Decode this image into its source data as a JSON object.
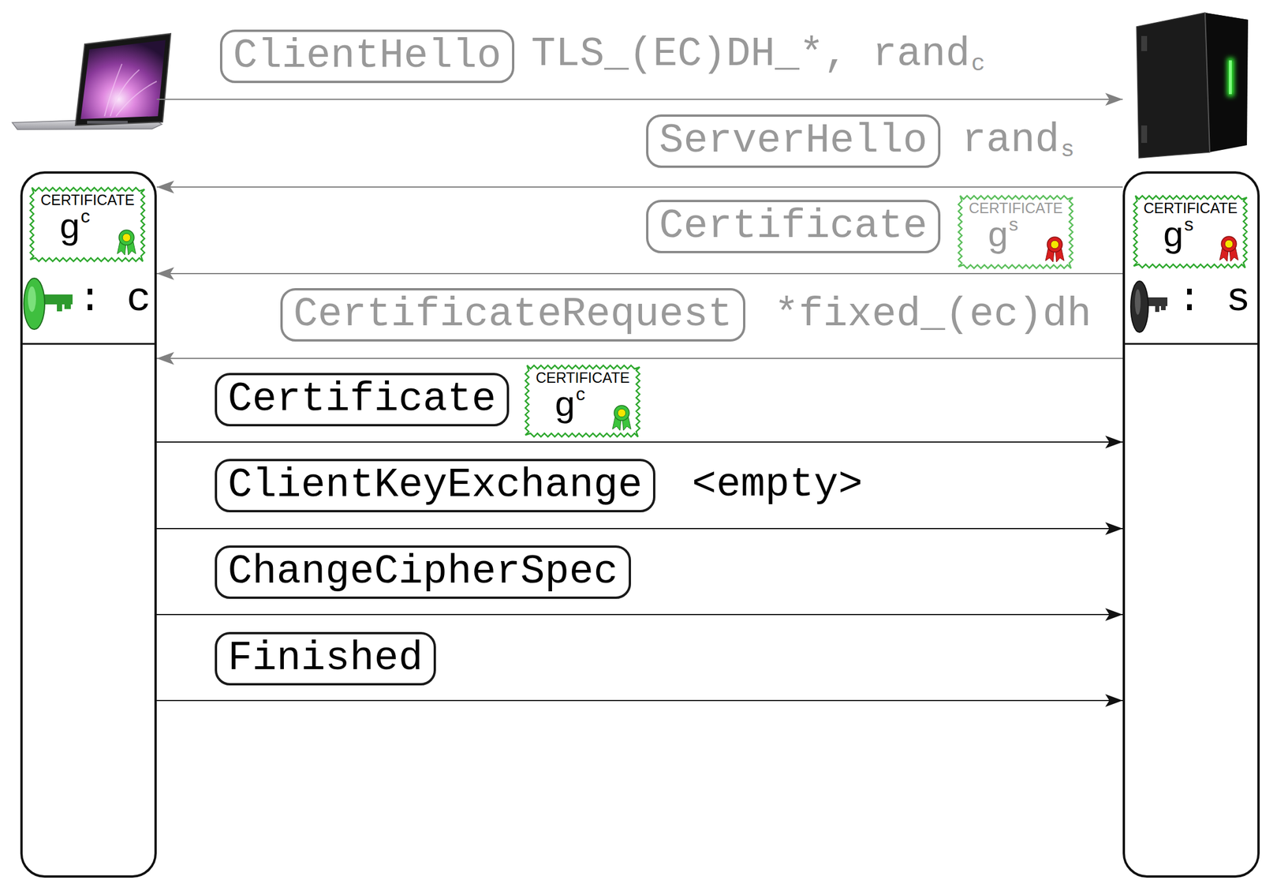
{
  "diagram": {
    "nodes": [
      {
        "text": [
          ": c"
        ]
      },
      {
        "text": [
          "CERTIFICATE",
          "g",
          "c"
        ],
        "in": 0
      },
      {
        "text": [
          ": s"
        ]
      },
      {
        "text": [
          "CERTIFICATE",
          "g",
          "s"
        ],
        "in": 2
      },
      {
        "text": [
          "ClientHello"
        ]
      },
      {
        "text": [
          "ServerHello"
        ]
      },
      {
        "text": [
          "Certificate"
        ]
      },
      {
        "text": [
          "CERTIFICATE",
          "g",
          "s"
        ]
      },
      {
        "text": [
          "CertificateRequest"
        ]
      },
      {
        "text": [
          "Certificate"
        ]
      },
      {
        "text": [
          "CERTIFICATE",
          "g",
          "c"
        ]
      },
      {
        "text": [
          "ClientKeyExchange"
        ]
      },
      {
        "text": [
          "ChangeCipherSpec"
        ]
      },
      {
        "text": [
          "Finished"
        ]
      }
    ],
    "edges": [
      {
        "from": 0,
        "to": 2,
        "arrow": "to"
      },
      {
        "from": 2,
        "to": 0,
        "arrow": "to"
      },
      {
        "from": 2,
        "to": 0,
        "arrow": "to"
      },
      {
        "from": 2,
        "to": 0,
        "arrow": "to"
      },
      {
        "from": 0,
        "to": 2,
        "arrow": "to"
      },
      {
        "from": 0,
        "to": 2,
        "arrow": "to"
      },
      {
        "from": 0,
        "to": 2,
        "arrow": "to"
      },
      {
        "from": 0,
        "to": 2,
        "arrow": "to"
      }
    ],
    "labels": [
      "TLS_(EC)DH_*, rand",
      "c",
      "rand",
      "s",
      "*fixed_(ec)dh",
      "<empty>"
    ]
  }
}
